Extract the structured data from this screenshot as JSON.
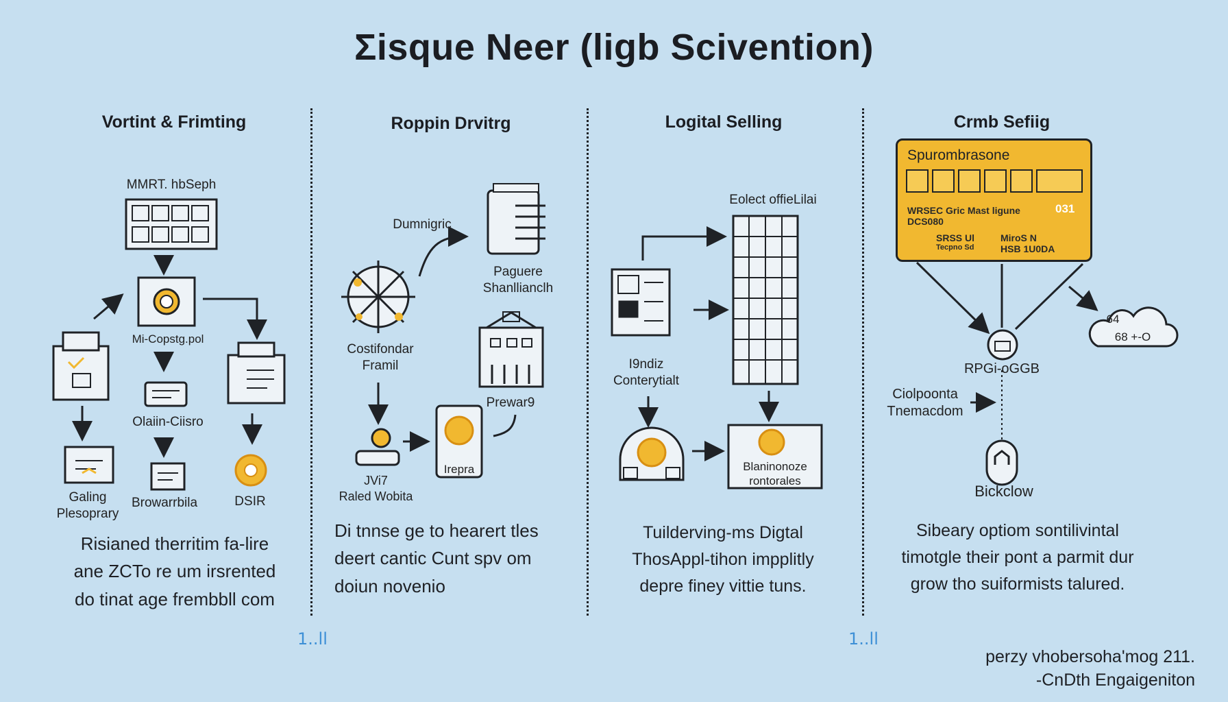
{
  "title": "Ʃisque Neer (ligb Scivention)",
  "columns": [
    {
      "heading": "Vortint & Frimting",
      "labels": {
        "grid": "MMRT. hbSeph",
        "core": "Mi-Copstg.pol",
        "mid": "Olaiin-Ciisro",
        "left_bottom": "Galing\nPlesoprary",
        "mid_bottom": "Browarrbila",
        "right_bottom": "DSIR"
      },
      "body": "Risianed therritim fa-lire\nane ZCTo re um irsrented\ndo tinat age frembbll com"
    },
    {
      "heading": "Roppin Drvitrg",
      "labels": {
        "arrow": "Dumnigric",
        "docs": "Paguere\nShanllianclh",
        "hub": "Costifondar\nFramil",
        "bank": "Prewar9",
        "coins": "JVi7\nRaled Wobita",
        "phone": "Irepra"
      },
      "body": "Di tnnse ge to hearert tles\ndeert cantic Cunt spv om\ndoiun novenio"
    },
    {
      "heading": "Logital Selling",
      "labels": {
        "table": "Eolect offieLilai",
        "terminal": "I9ndiz\nConterytialt",
        "box": "Blaninonoze\nrontorales"
      },
      "body": "Tuilderving-ms Digtal\nThosAppl-tihon impplitly\ndepre finey vittie tuns."
    },
    {
      "heading": "Crmb Sefiig",
      "labels": {
        "card_title": "Spurombrasone",
        "card_line1": "WRSEC Gric Mast ligune",
        "card_line1b": "DCS080",
        "card_num": "031",
        "card_line2a": "SRSS Ul",
        "card_line2b": "MiroS N",
        "card_line2c": "Tecpno Sd",
        "card_line2d": "HSB 1U0DA",
        "node": "RPGi-oGGB",
        "side": "Ciolpoonta\nTnemacdom",
        "cloud_a": "64",
        "cloud_b": "68  +-O",
        "bottom": "Bickclow"
      },
      "body": "Sibeary optiom sontilivintal\ntimotgle their pont a parmit dur\ngrow tho suiformists talured."
    }
  ],
  "page_markers": [
    "1..ll",
    "1..ll"
  ],
  "footer": [
    "perzy vhobersoha'mog 211.",
    "-CnDth Engaigeniton"
  ],
  "colors": {
    "background": "#c6dff0",
    "ink": "#1f2226",
    "accent_gold": "#f1b830",
    "marker_blue": "#3d8fd6"
  }
}
